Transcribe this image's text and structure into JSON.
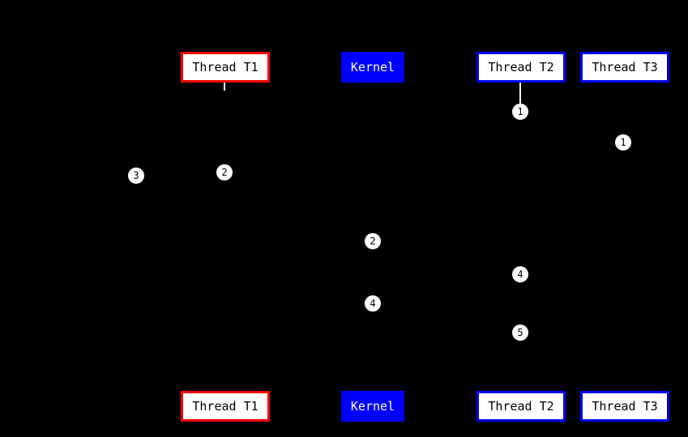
{
  "columns": {
    "top": [
      {
        "label": "Thread T1"
      },
      {
        "label": "Kernel"
      },
      {
        "label": "Thread T2"
      },
      {
        "label": "Thread T3"
      }
    ],
    "bottom": [
      {
        "label": "Thread T1"
      },
      {
        "label": "Kernel"
      },
      {
        "label": "Thread T2"
      },
      {
        "label": "Thread T3"
      }
    ]
  },
  "markers": [
    {
      "label": "1"
    },
    {
      "label": "1"
    },
    {
      "label": "3"
    },
    {
      "label": "2"
    },
    {
      "label": "2"
    },
    {
      "label": "4"
    },
    {
      "label": "4"
    },
    {
      "label": "5"
    }
  ],
  "colors": {
    "background": "#000000",
    "thread_t1_border": "#ff0000",
    "thread_border": "#0000ff",
    "kernel_fill": "#0000ff",
    "kernel_text": "#ffffff",
    "box_fill": "#ffffff",
    "box_text": "#000000",
    "marker_fill": "#ffffff",
    "marker_text": "#000000"
  }
}
